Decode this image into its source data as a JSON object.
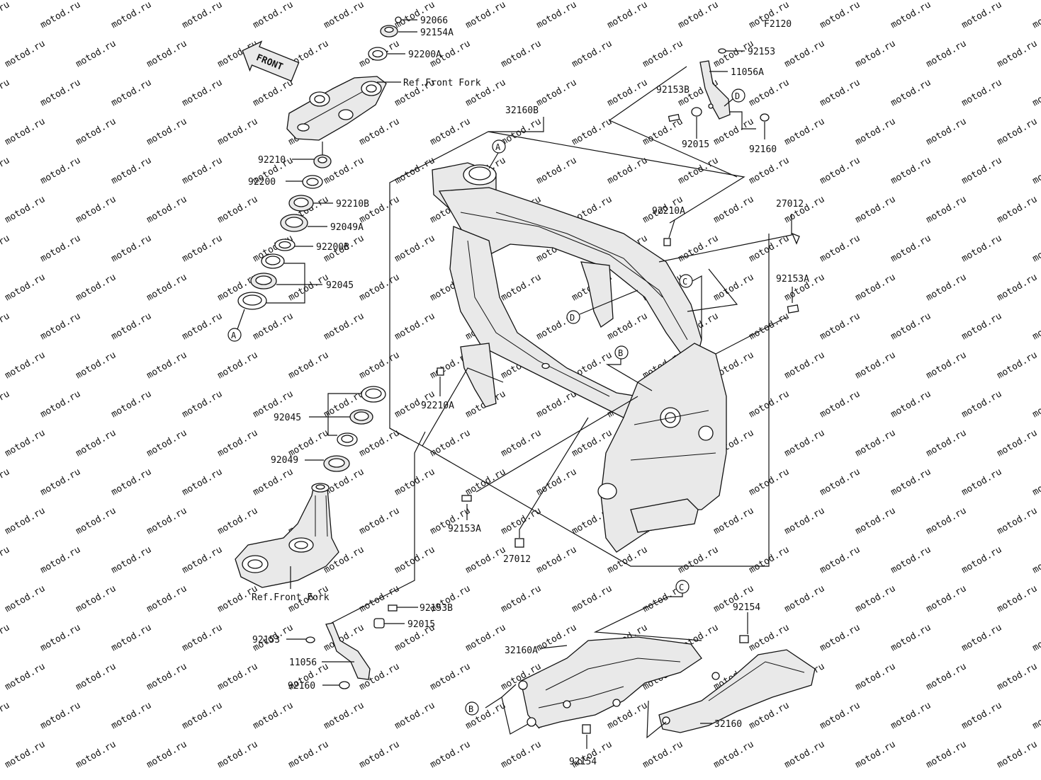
{
  "figure_code": "F2120",
  "watermark": "motod.ru",
  "front_arrow_label": "FRONT",
  "labels": {
    "p92066": "92066",
    "p92154A": "92154A",
    "p92200A": "92200A",
    "ref_front_fork_top": "Ref.Front Fork",
    "p92210": "92210",
    "p92200": "92200",
    "p92210B": "92210B",
    "p92049A": "92049A",
    "p92200B": "92200B",
    "p92045_top": "92045",
    "p92045_bottom": "92045",
    "p92049": "92049",
    "ref_front_fork_bottom": "Ref.Front Fork",
    "p32160B": "32160B",
    "p92153_top": "92153",
    "p11056A": "11056A",
    "p92153B_top": "92153B",
    "p92015_top": "92015",
    "p92160_top": "92160",
    "p92210A_top": "92210A",
    "p27012_top": "27012",
    "p92153A_right": "92153A",
    "p92210A_mid": "92210A",
    "p92153A_bottom": "92153A",
    "p27012_bottom": "27012",
    "p92153B_bottom": "92153B",
    "p92015_bottom": "92015",
    "p92153_bottom": "92153",
    "p11056": "11056",
    "p92160_bottom": "92160",
    "p32160A": "32160A",
    "p92154_top": "92154",
    "p32160": "32160",
    "p92154_bottom": "92154"
  },
  "callouts": {
    "A_top": "A",
    "A_left": "A",
    "B_frame": "B",
    "B_sub": "B",
    "C_frame": "C",
    "C_sub": "C",
    "D_bracket": "D",
    "D_frame": "D"
  }
}
